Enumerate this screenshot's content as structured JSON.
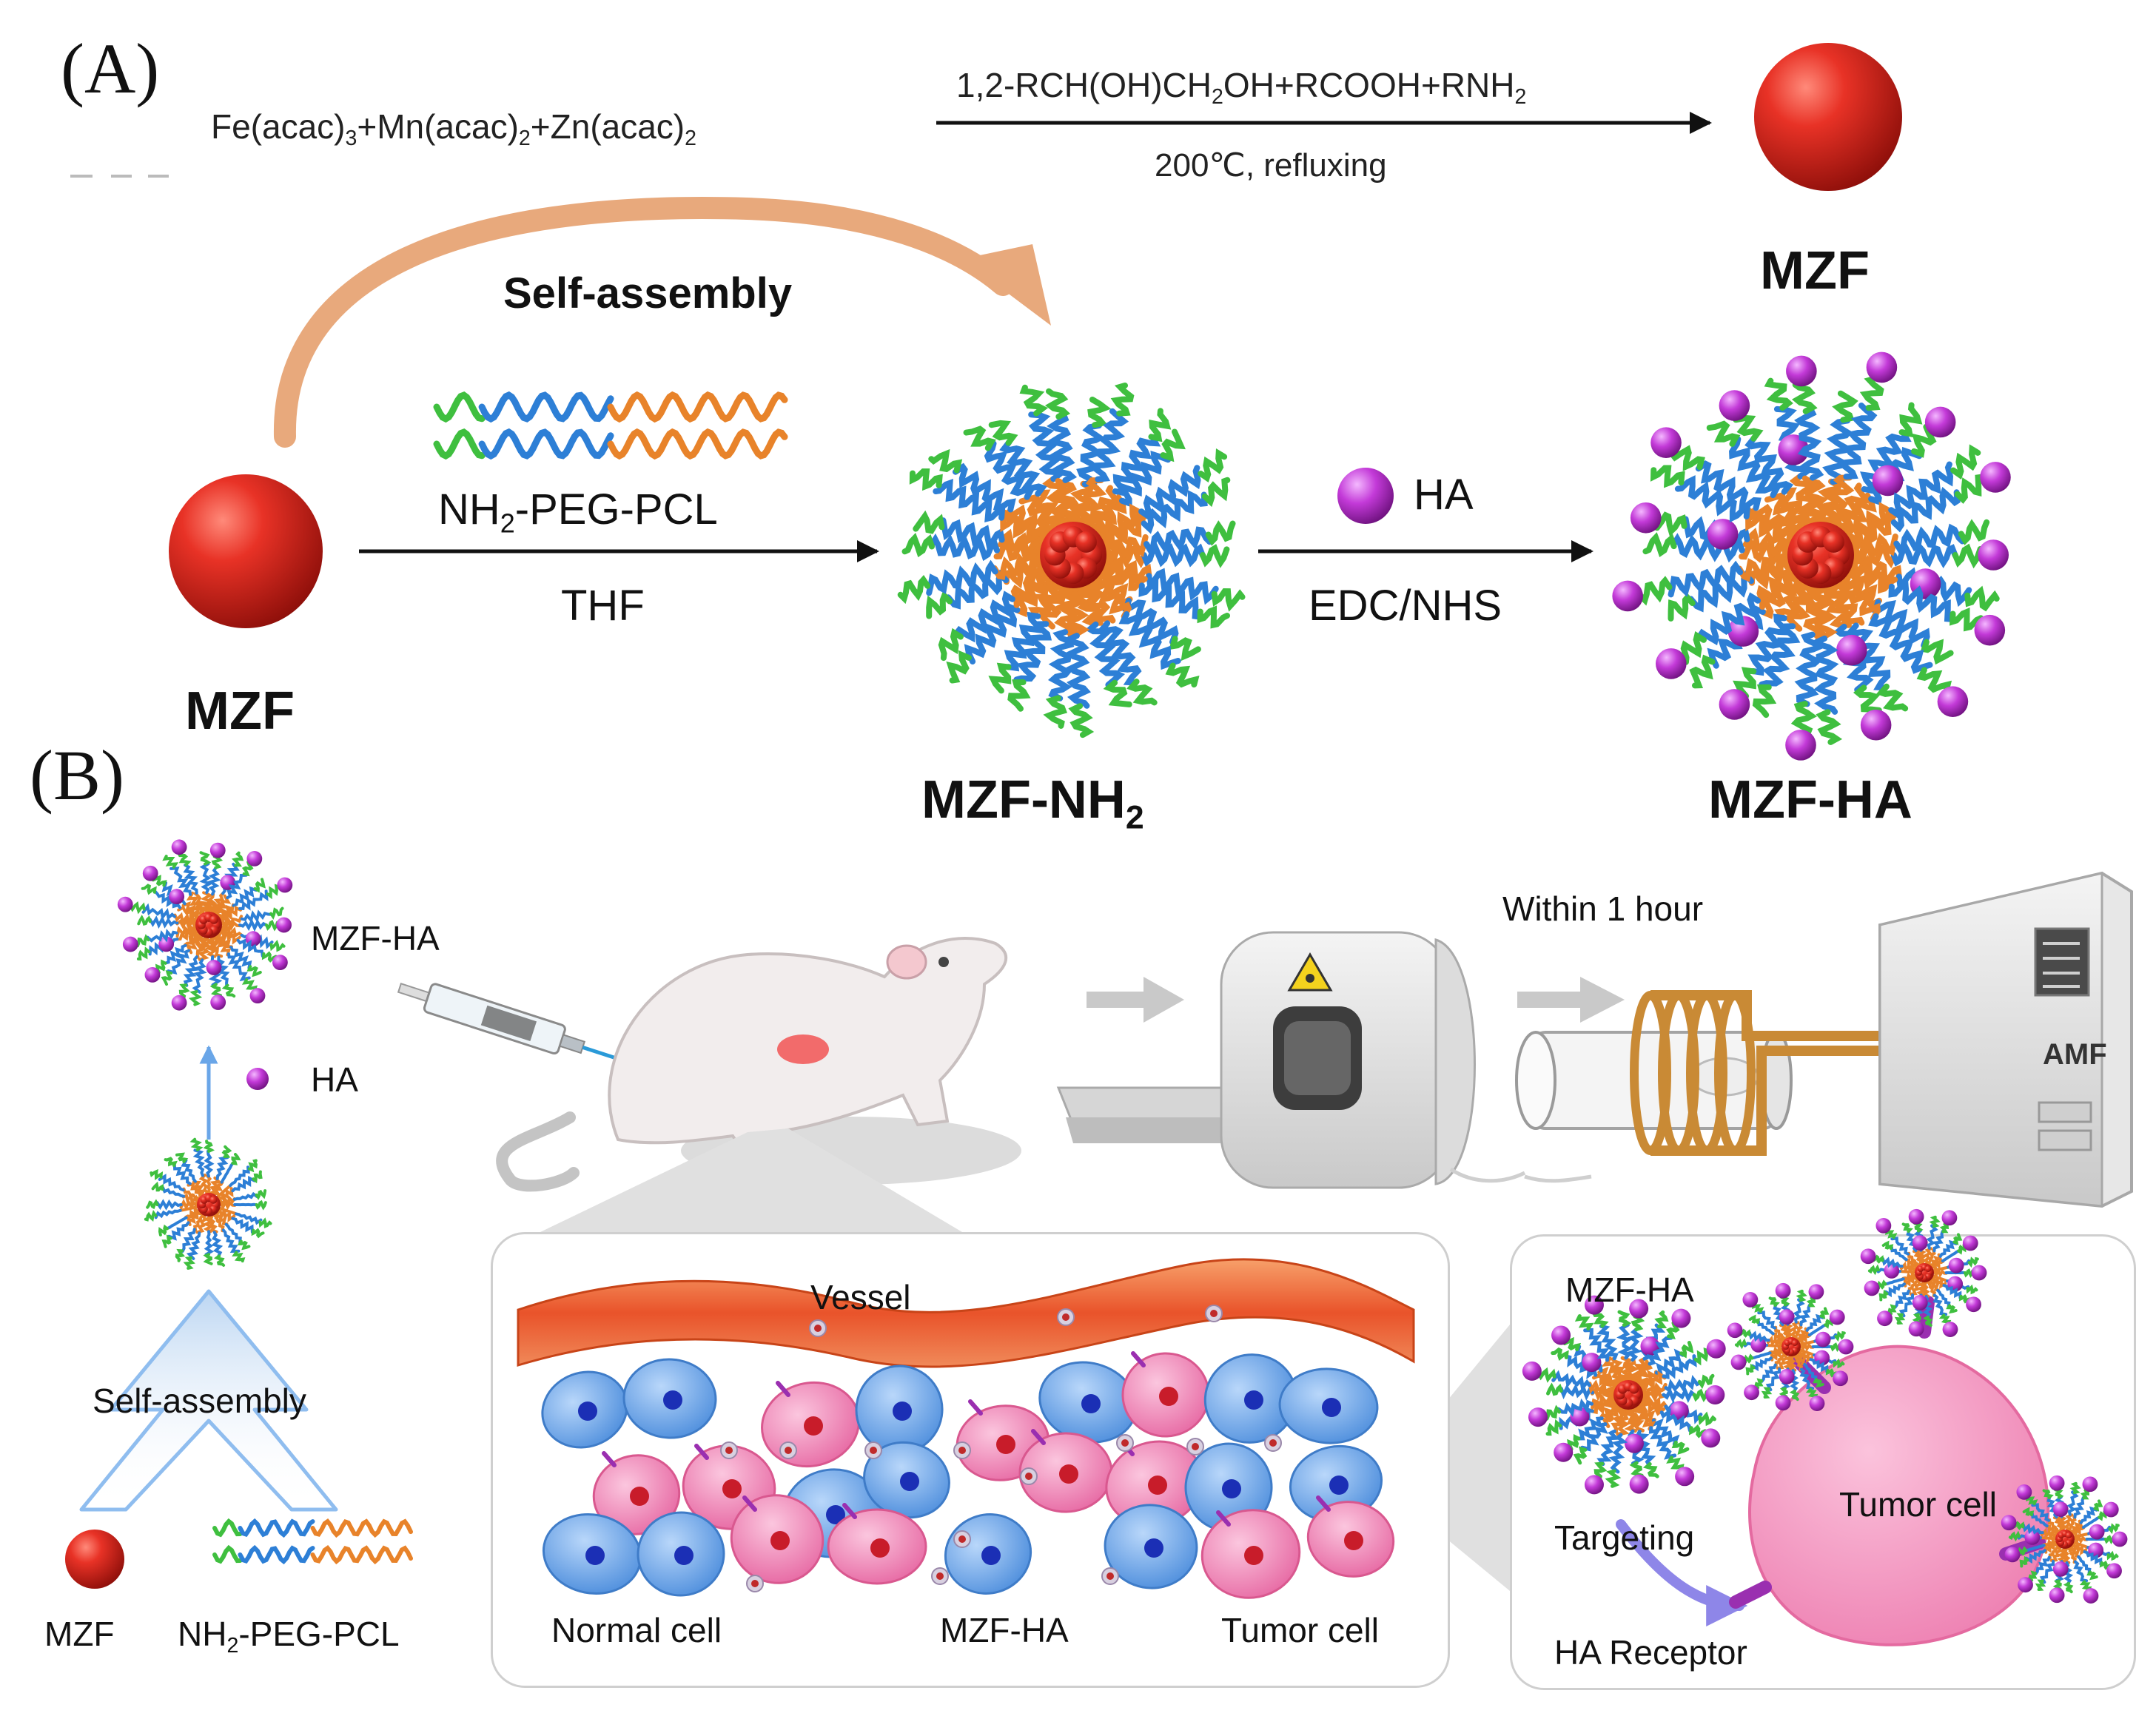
{
  "panel_a": {
    "letter": "(A)",
    "reactants": [
      "Fe(acac)",
      "3",
      "+Mn(acac)",
      "2",
      "+Zn(acac)",
      "2"
    ],
    "reagents_top": [
      "1,2-RCH(OH)CH",
      "2",
      "OH+RCOOH+RNH",
      "2"
    ],
    "conditions": "200℃, refluxing",
    "product_top": "MZF",
    "self_assembly": "Self-assembly",
    "mzf_left": "MZF",
    "polymer": [
      "NH",
      "2",
      "-PEG-PCL"
    ],
    "solvent": "THF",
    "ha_label": "HA",
    "coupling": "EDC/NHS",
    "product_nh2": [
      "MZF-NH",
      "2"
    ],
    "product_ha": "MZF-HA"
  },
  "panel_b": {
    "letter": "(B)",
    "mzf_ha": "MZF-HA",
    "ha": "HA",
    "self_assembly": "Self-assembly",
    "mzf": "MZF",
    "polymer": [
      "NH",
      "2",
      "-PEG-PCL"
    ],
    "within": "Within 1 hour",
    "amf": "AMF",
    "vessel": "Vessel",
    "normal_cell": "Normal cell",
    "mzf_ha_mid": "MZF-HA",
    "tumor_cell_mid": "Tumor cell",
    "mzf_ha_right": "MZF-HA",
    "tumor_cell_right": "Tumor cell",
    "targeting": "Targeting",
    "ha_receptor": "HA Receptor"
  },
  "colors": {
    "sphere_red": "#d8241c",
    "peg_blue": "#2d7fd6",
    "pcl_orange": "#e8832a",
    "nh2_green": "#3fbf3f",
    "ha_magenta": "#c23ad6",
    "normal_cell_blue": "#5e9ee8",
    "tumor_cell_pink": "#ee7fb0",
    "vessel_red": "#e85a2c",
    "arrow_peach": "#e8a97c",
    "assembly_arrow_blue": "#9cc4ee"
  },
  "icons": [
    "syringe-icon",
    "mouse-icon",
    "mri-scanner-icon",
    "radiation-icon",
    "coil-icon",
    "amf-device-icon"
  ]
}
